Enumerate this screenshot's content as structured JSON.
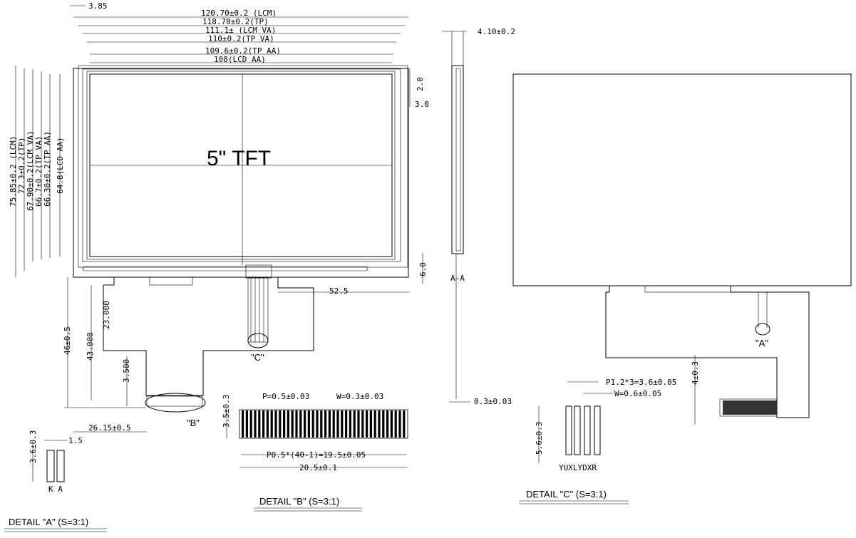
{
  "front_view": {
    "title": "5\" TFT",
    "dims_h": {
      "lcm_width": "120.70±0.2 (LCM)",
      "tp_width": "118.70±0.2(TP)",
      "lcm_va": "111.1± (LCM VA)",
      "tp_va": "110±0.2(TP VA)",
      "tp_aa": "109.6±0.2(TP AA)",
      "lcd_aa": "108(LCD AA)",
      "left_offset": "3.85",
      "tail_offset": "52.5"
    },
    "dims_v": {
      "lcm_height": "75.85±0.2 (LCM)",
      "tp_height": "72.3±0.2(TP)",
      "lcm_va": "67.90±0.2(LCM VA)",
      "tp_va": "66.7±0.2(TP VA)",
      "tp_aa": "66.30±0.2(TP AA)",
      "lcd_aa": "64.8(LCD AA)",
      "top_offset_1": "2.0",
      "top_offset_2": "3.0",
      "bottom_offset": "6.0"
    },
    "fpc_dims": {
      "total": "46±0.5",
      "h1": "43.000",
      "h2": "23.000",
      "h3": "3.500",
      "x_offset": "26.15±0.5"
    },
    "callout_b": "\"B\"",
    "callout_c": "\"C\""
  },
  "side_view": {
    "thickness": "4.10±0.2",
    "section": "A-A",
    "bottom": "0.3±0.03"
  },
  "back_view": {
    "callout_a": "\"A\"",
    "dim_4": "4±0.3"
  },
  "detail_a": {
    "title": "DETAIL \"A\" (S=3:1)",
    "height": "3.6±0.3",
    "width": "1.5",
    "pins": "K A"
  },
  "detail_b": {
    "title": "DETAIL \"B\" (S=3:1)",
    "pitch": "P=0.5±0.03",
    "width": "W=0.3±0.03",
    "height": "3.5±0.3",
    "span": "P0.5*(40-1)=19.5±0.05",
    "total": "20.5±0.1"
  },
  "detail_c": {
    "title": "DETAIL \"C\" (S=3:1)",
    "pitch": "P1.2*3=3.6±0.05",
    "width": "W=0.6±0.05",
    "height": "5.6±0.3",
    "pins": "YUXLYDXR"
  }
}
